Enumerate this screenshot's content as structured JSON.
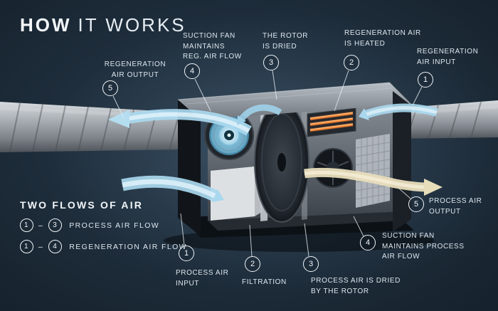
{
  "title": {
    "strong": "HOW",
    "rest": "IT WORKS"
  },
  "callouts": [
    {
      "id": "regeneration-air-output",
      "num": "5",
      "label": "REGENERATION\nAIR OUTPUT"
    },
    {
      "id": "suction-fan-reg",
      "num": "4",
      "label": "SUCTION FAN\nMAINTAINS\nREG. AIR FLOW"
    },
    {
      "id": "rotor-is-dried",
      "num": "3",
      "label": "THE ROTOR\nIS DRIED"
    },
    {
      "id": "regeneration-air-heated",
      "num": "2",
      "label": "REGENERATION AIR\nIS HEATED"
    },
    {
      "id": "regeneration-air-input",
      "num": "1",
      "label": "REGENERATION\nAIR INPUT"
    },
    {
      "id": "process-air-output",
      "num": "5",
      "label": "PROCESS AIR\nOUTPUT"
    },
    {
      "id": "suction-fan-process",
      "num": "4",
      "label": "SUCTION FAN\nMAINTAINS PROCESS\nAIR FLOW"
    },
    {
      "id": "process-air-dried",
      "num": "3",
      "label": "PROCESS AIR IS DRIED\nBY THE ROTOR"
    },
    {
      "id": "filtration",
      "num": "2",
      "label": "FILTRATION"
    },
    {
      "id": "process-air-input",
      "num": "1",
      "label": "PROCESS AIR\nINPUT"
    }
  ],
  "legend": {
    "heading": "TWO FLOWS OF AIR",
    "rows": [
      {
        "from": "1",
        "dash": "–",
        "to": "3",
        "label": "PROCESS AIR FLOW"
      },
      {
        "from": "1",
        "dash": "–",
        "to": "4",
        "label": "REGENERATION AIR FLOW"
      }
    ]
  },
  "colors": {
    "background": "#1e2d3b",
    "text": "#e9eff4",
    "airflow_blue": "#a9d8ee",
    "heater_orange": "#ff8c3a",
    "process_output_tan": "#e7ddba",
    "duct_metal": "#aab0b5"
  }
}
